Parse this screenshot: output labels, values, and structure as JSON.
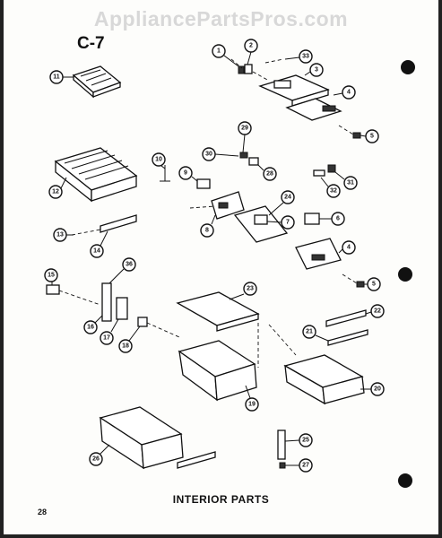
{
  "watermark": "AppliancePartsPros.com",
  "diagram_code": "C-7",
  "title": "INTERIOR PARTS",
  "page_number": "28",
  "callouts": [
    {
      "label": "1"
    },
    {
      "label": "2"
    },
    {
      "label": "33"
    },
    {
      "label": "3"
    },
    {
      "label": "4"
    },
    {
      "label": "5"
    },
    {
      "label": "11"
    },
    {
      "label": "12"
    },
    {
      "label": "10"
    },
    {
      "label": "9"
    },
    {
      "label": "29"
    },
    {
      "label": "30"
    },
    {
      "label": "28"
    },
    {
      "label": "31"
    },
    {
      "label": "32"
    },
    {
      "label": "24"
    },
    {
      "label": "8"
    },
    {
      "label": "7"
    },
    {
      "label": "6"
    },
    {
      "label": "4"
    },
    {
      "label": "5"
    },
    {
      "label": "13"
    },
    {
      "label": "14"
    },
    {
      "label": "15"
    },
    {
      "label": "36"
    },
    {
      "label": "16"
    },
    {
      "label": "17"
    },
    {
      "label": "18"
    },
    {
      "label": "23"
    },
    {
      "label": "22"
    },
    {
      "label": "21"
    },
    {
      "label": "19"
    },
    {
      "label": "20"
    },
    {
      "label": "26"
    },
    {
      "label": "25"
    },
    {
      "label": "27"
    }
  ]
}
